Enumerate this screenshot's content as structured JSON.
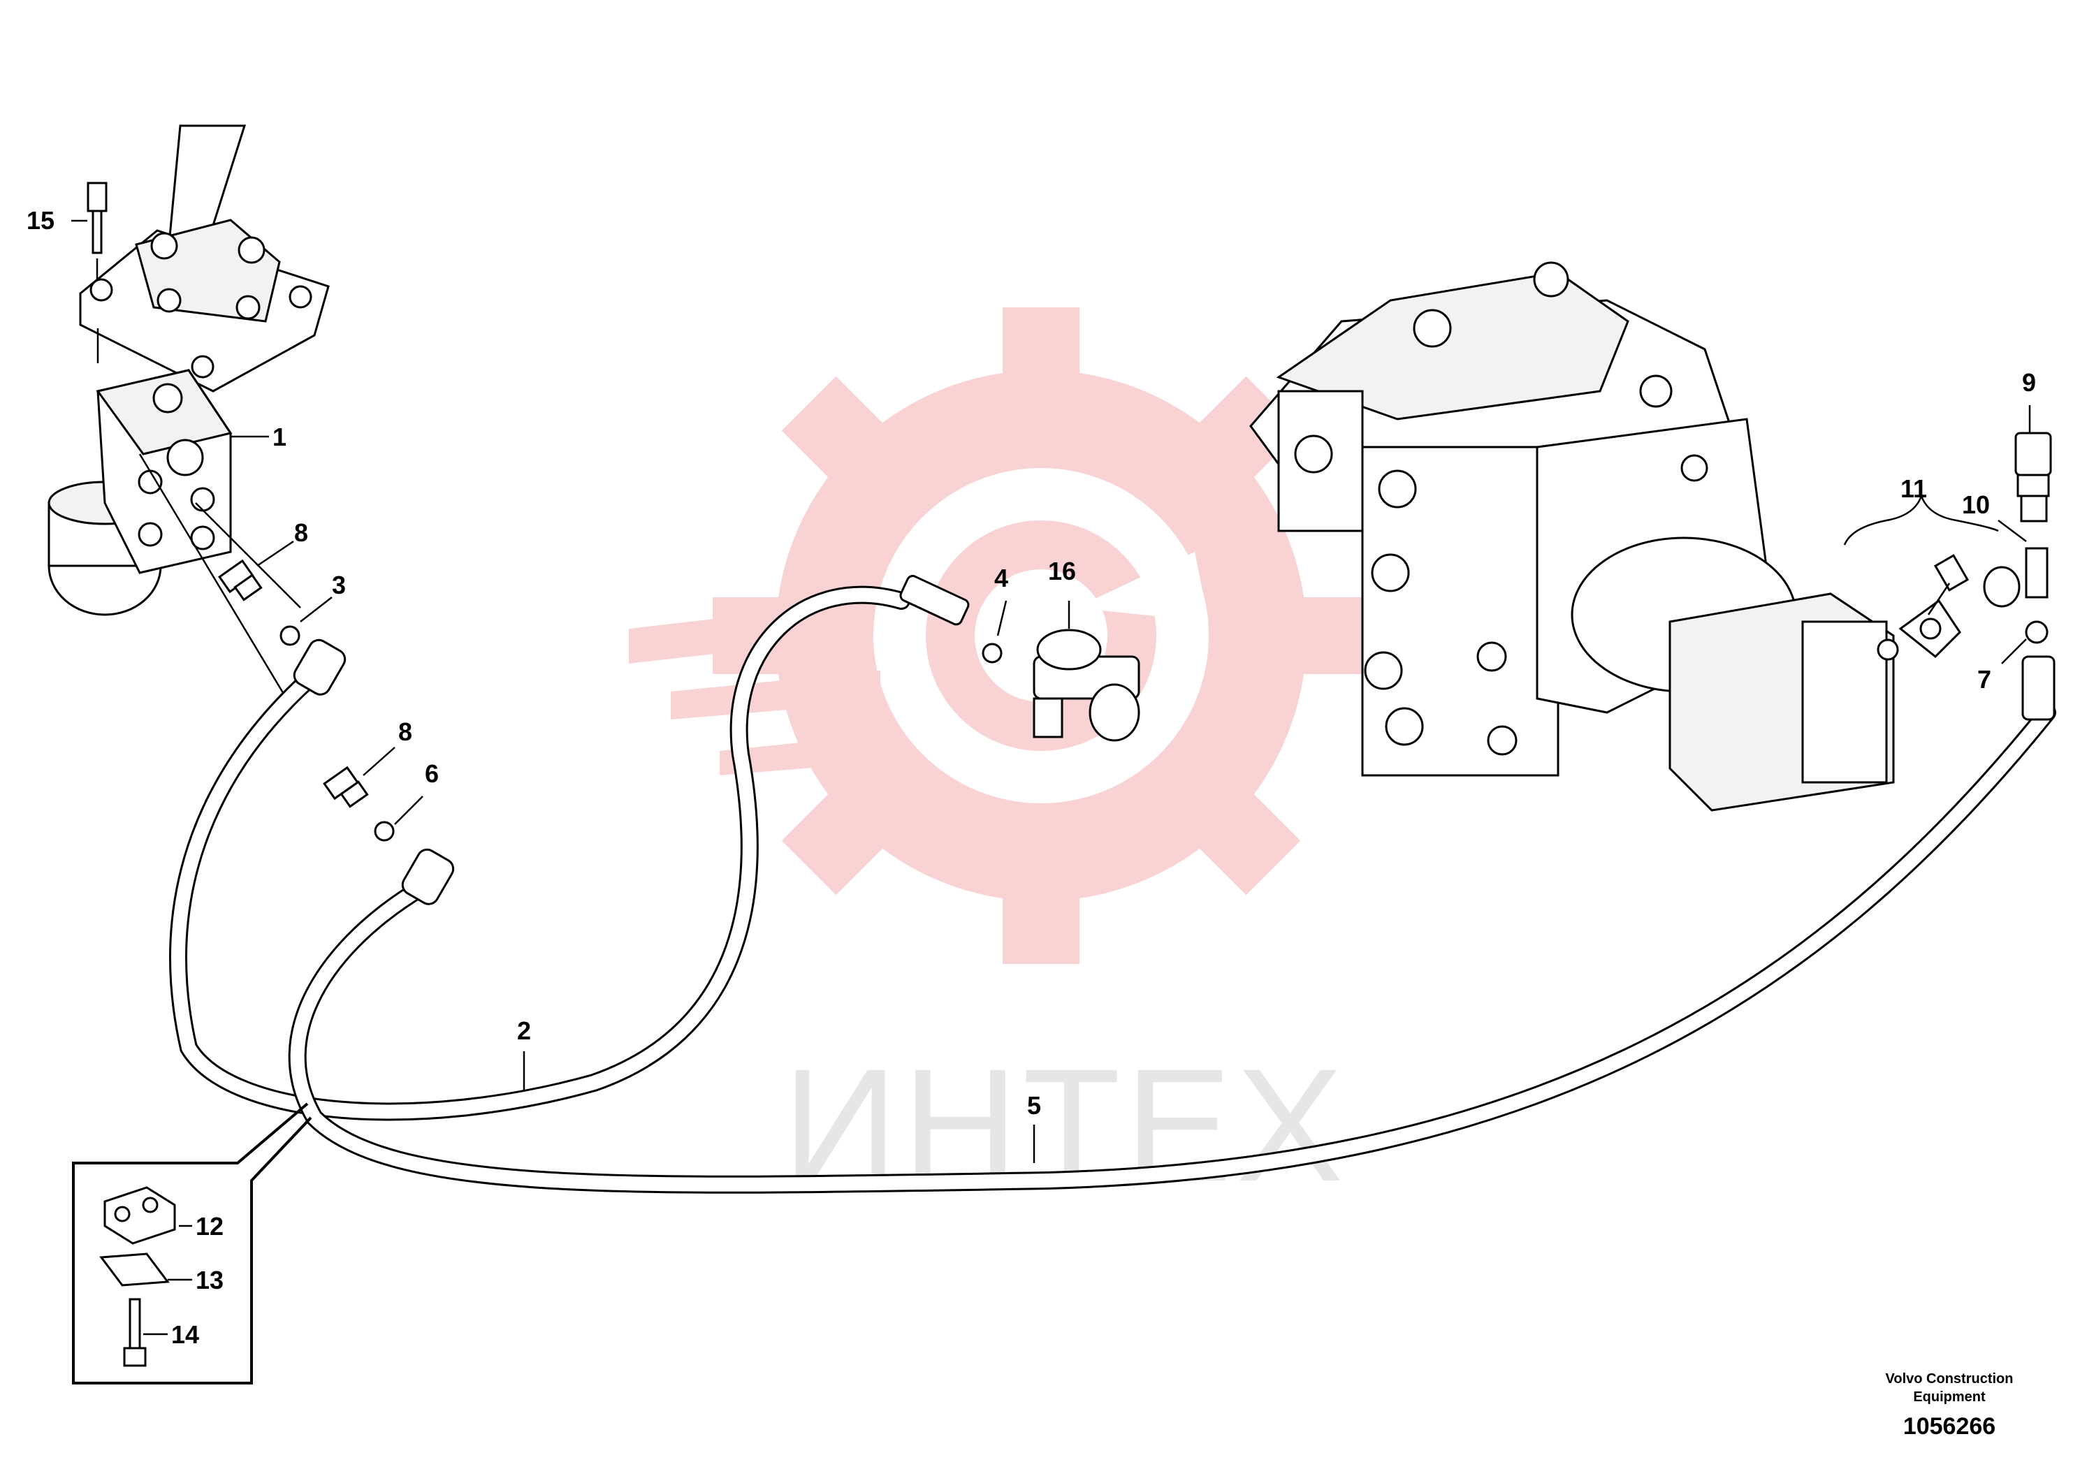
{
  "watermark": {
    "text": "ИНТЕХ",
    "gear_color": "#f5b5b8"
  },
  "callouts": [
    {
      "id": "c1",
      "label": "1"
    },
    {
      "id": "c2",
      "label": "2"
    },
    {
      "id": "c3",
      "label": "3"
    },
    {
      "id": "c4",
      "label": "4"
    },
    {
      "id": "c5",
      "label": "5"
    },
    {
      "id": "c6",
      "label": "6"
    },
    {
      "id": "c7",
      "label": "7"
    },
    {
      "id": "c8a",
      "label": "8"
    },
    {
      "id": "c8b",
      "label": "8"
    },
    {
      "id": "c9",
      "label": "9"
    },
    {
      "id": "c10",
      "label": "10"
    },
    {
      "id": "c11",
      "label": "11"
    },
    {
      "id": "c12",
      "label": "12"
    },
    {
      "id": "c13",
      "label": "13"
    },
    {
      "id": "c14",
      "label": "14"
    },
    {
      "id": "c15",
      "label": "15"
    },
    {
      "id": "c16",
      "label": "16"
    }
  ],
  "footer": {
    "credit_line1": "Volvo Construction",
    "credit_line2": "Equipment",
    "doc_number": "1056266"
  }
}
